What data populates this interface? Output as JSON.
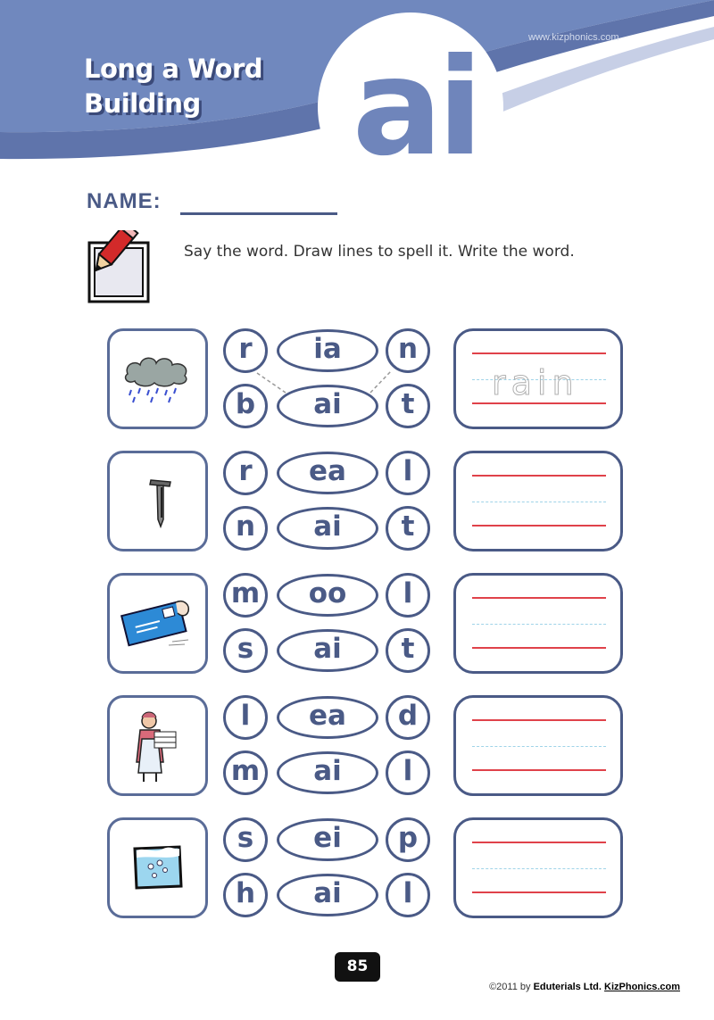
{
  "header": {
    "url": "www.kizphonics.com",
    "title_line1": "Long a Word",
    "title_line2": "Building",
    "big_letters": "ai"
  },
  "name_label": "NAME:",
  "instruction": "Say the word. Draw lines to spell it. Write the word.",
  "rows": [
    {
      "picture": "rain-cloud-icon",
      "top": [
        "r",
        "ia",
        "n"
      ],
      "bottom": [
        "b",
        "ai",
        "t"
      ],
      "trace_word": "rain"
    },
    {
      "picture": "nail-icon",
      "top": [
        "r",
        "ea",
        "l"
      ],
      "bottom": [
        "n",
        "ai",
        "t"
      ],
      "trace_word": ""
    },
    {
      "picture": "mail-envelope-icon",
      "top": [
        "m",
        "oo",
        "l"
      ],
      "bottom": [
        "s",
        "ai",
        "t"
      ],
      "trace_word": ""
    },
    {
      "picture": "maid-icon",
      "top": [
        "l",
        "ea",
        "d"
      ],
      "bottom": [
        "m",
        "ai",
        "l"
      ],
      "trace_word": ""
    },
    {
      "picture": "hail-icon",
      "top": [
        "s",
        "ei",
        "p"
      ],
      "bottom": [
        "h",
        "ai",
        "l"
      ],
      "trace_word": ""
    }
  ],
  "footer": {
    "page_number": "85",
    "copyright_prefix": "©2011 by",
    "company": "Eduterials Ltd.",
    "site": "KizPhonics.com"
  },
  "colors": {
    "header_blue": "#6f85bb",
    "ink_blue": "#4a5a86",
    "guide_red": "#e0424a",
    "guide_dash": "#9fd3e8"
  }
}
